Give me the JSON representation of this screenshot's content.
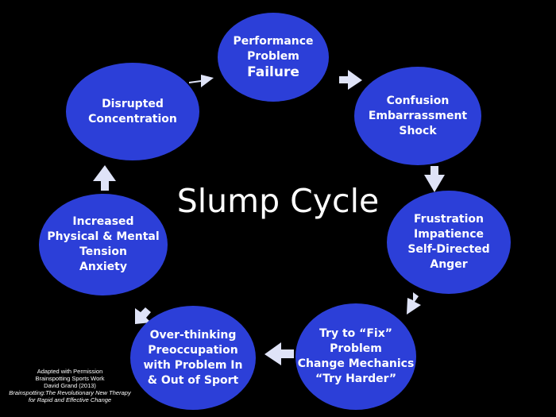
{
  "title": "Slump Cycle",
  "nodes": [
    {
      "lines": [
        "Performance",
        "Problem",
        "Failure"
      ]
    },
    {
      "lines": [
        "Confusion",
        "Embarrassment",
        "Shock"
      ]
    },
    {
      "lines": [
        "Frustration",
        "Impatience",
        "Self-Directed",
        "Anger"
      ]
    },
    {
      "lines": [
        "Try to “Fix”",
        "Problem",
        "Change Mechanics",
        "“Try Harder”"
      ]
    },
    {
      "lines": [
        "Over-thinking",
        "Preoccupation",
        "with Problem In",
        "& Out of Sport"
      ]
    },
    {
      "lines": [
        "Increased",
        "Physical & Mental",
        "Tension",
        "Anxiety"
      ]
    },
    {
      "lines": [
        "Disrupted",
        "Concentration"
      ]
    }
  ],
  "credit": {
    "lines": [
      "Adapted with Permission",
      "Brainspotting Sports Work",
      "David Grand (2013)",
      "Brainspotting:The Revolutionary New Therapy",
      "for Rapid and Effective Change"
    ]
  },
  "colors": {
    "background": "#000000",
    "node_fill": "#2c3fd8",
    "arrow": "#dfe3f7",
    "text": "#ffffff"
  }
}
